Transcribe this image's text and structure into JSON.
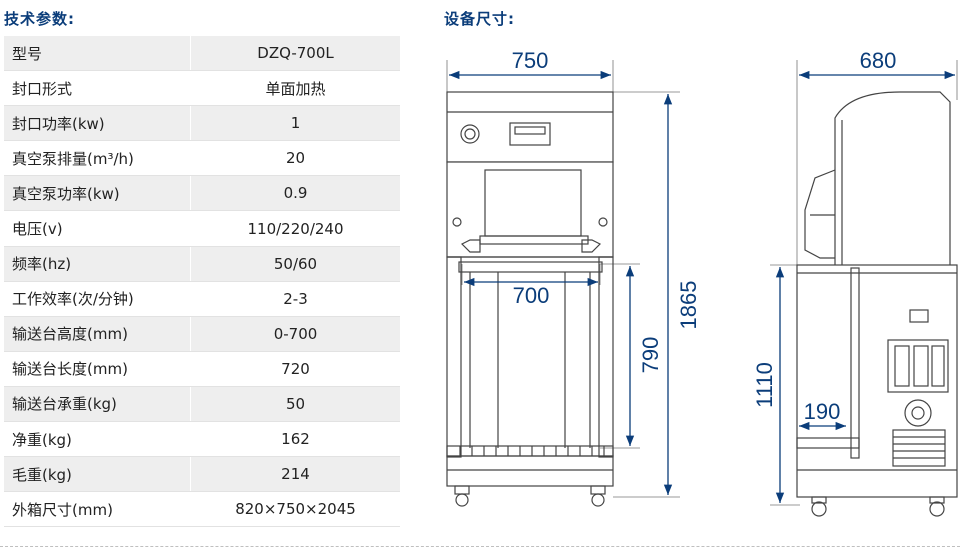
{
  "spec_section": {
    "title": "技术参数:",
    "rows": [
      {
        "key": "型号",
        "value": "DZQ-700L"
      },
      {
        "key": "封口形式",
        "value": "单面加热"
      },
      {
        "key": "封口功率(kw)",
        "value": "1"
      },
      {
        "key": "真空泵排量(m³/h)",
        "value": "20"
      },
      {
        "key": "真空泵功率(kw)",
        "value": "0.9"
      },
      {
        "key": "电压(v)",
        "value": "110/220/240"
      },
      {
        "key": "频率(hz)",
        "value": "50/60"
      },
      {
        "key": "工作效率(次/分钟)",
        "value": "2-3"
      },
      {
        "key": "输送台高度(mm)",
        "value": "0-700"
      },
      {
        "key": "输送台长度(mm)",
        "value": "720"
      },
      {
        "key": "输送台承重(kg)",
        "value": "50"
      },
      {
        "key": "净重(kg)",
        "value": "162"
      },
      {
        "key": "毛重(kg)",
        "value": "214"
      },
      {
        "key": "外箱尺寸(mm)",
        "value": "820×750×2045"
      }
    ]
  },
  "dimension_section": {
    "title": "设备尺寸:",
    "front_view": {
      "width": "750",
      "table_width": "700",
      "table_height": "790",
      "total_height": "1865"
    },
    "side_view": {
      "depth": "680",
      "body_height": "1110",
      "offset": "190"
    }
  },
  "colors": {
    "heading": "#0b3d7a",
    "row_shade": "#eeeeee",
    "line": "#444444",
    "dimension": "#0b3d7a"
  }
}
